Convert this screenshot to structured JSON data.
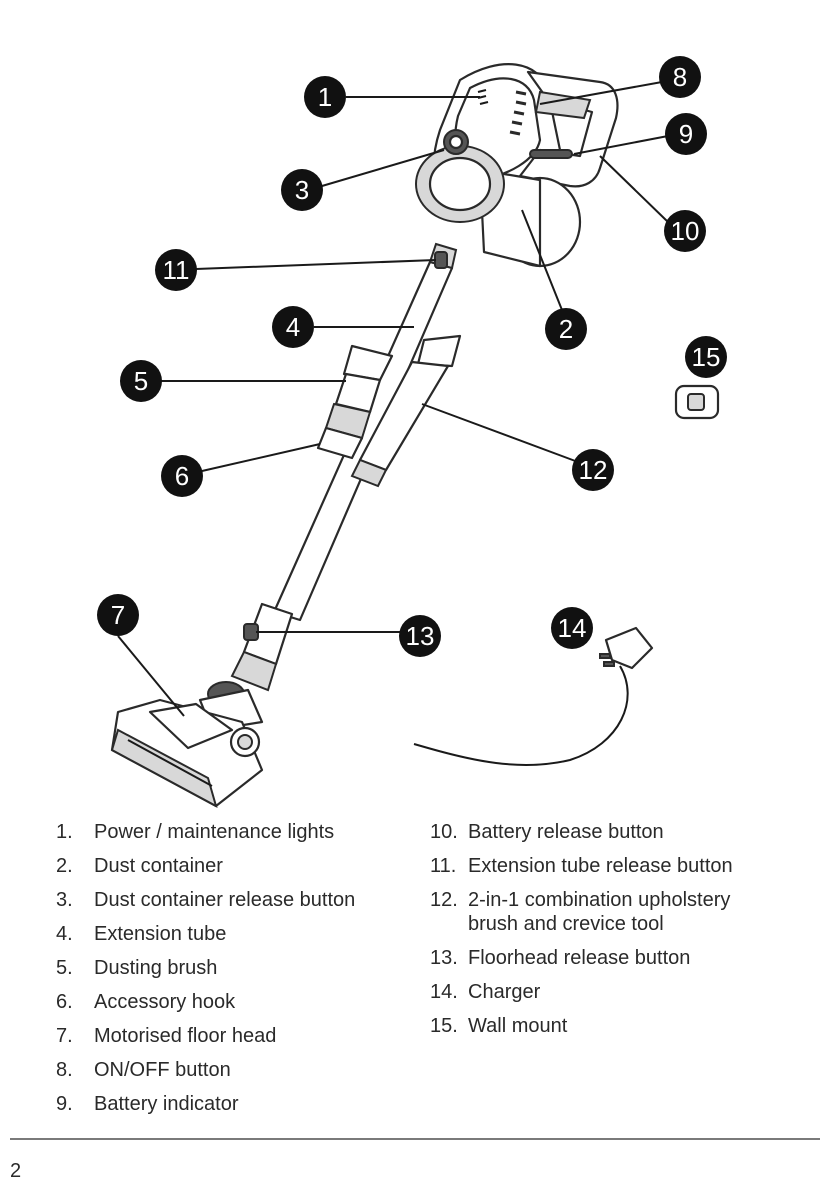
{
  "callouts": [
    "1",
    "2",
    "3",
    "4",
    "5",
    "6",
    "7",
    "8",
    "9",
    "10",
    "11",
    "12",
    "13",
    "14",
    "15"
  ],
  "legend_left": [
    {
      "num": "1.",
      "text": "Power / maintenance lights"
    },
    {
      "num": "2.",
      "text": "Dust container"
    },
    {
      "num": "3.",
      "text": "Dust container release button"
    },
    {
      "num": "4.",
      "text": "Extension tube"
    },
    {
      "num": "5.",
      "text": "Dusting brush"
    },
    {
      "num": "6.",
      "text": "Accessory hook"
    },
    {
      "num": "7.",
      "text": "Motorised floor head"
    },
    {
      "num": "8.",
      "text": "ON/OFF button"
    },
    {
      "num": "9.",
      "text": "Battery indicator"
    }
  ],
  "legend_right": [
    {
      "num": "10.",
      "text": "Battery release button"
    },
    {
      "num": "11.",
      "text": "Extension tube release button"
    },
    {
      "num": "12.",
      "text": "2-in-1 combination upholstery brush and crevice tool"
    },
    {
      "num": "13.",
      "text": "Floorhead release button"
    },
    {
      "num": "14.",
      "text": "Charger"
    },
    {
      "num": "15.",
      "text": "Wall mount"
    }
  ],
  "page_number": "2",
  "colors": {
    "callout_fill": "#111111",
    "text": "#2a2a2a",
    "rule": "#7a7a7a"
  }
}
